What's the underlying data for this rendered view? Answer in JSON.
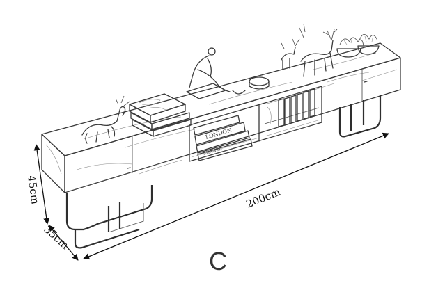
{
  "dimensions": {
    "height_label": "45cm",
    "depth_label": "35cm",
    "length_label": "200cm"
  },
  "variant_label": "C",
  "book_spines": [
    "LONDON",
    "CHANEL"
  ]
}
